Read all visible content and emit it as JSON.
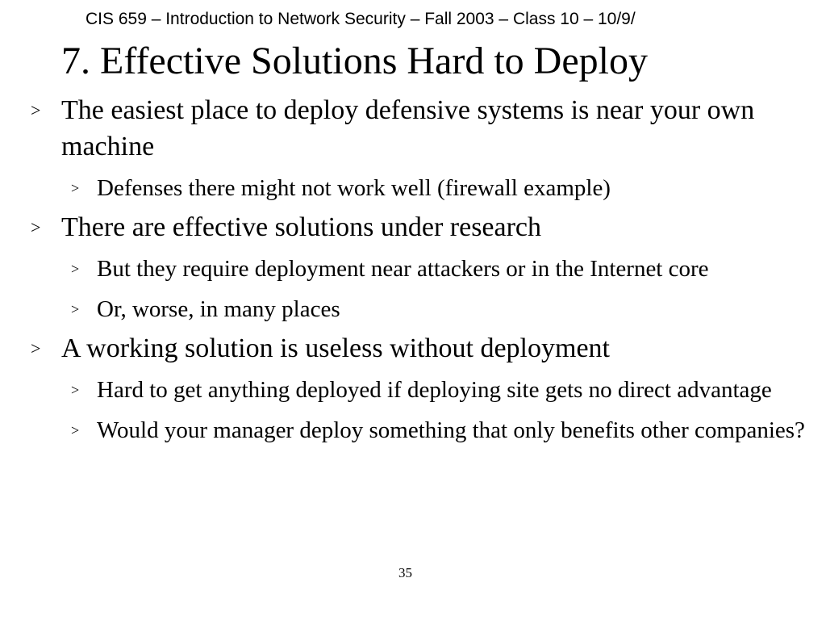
{
  "header": {
    "course_line": "CIS 659 – Introduction to Network Security – Fall 2003 – Class 10 – 10/9/"
  },
  "slide": {
    "title": "7.  Effective Solutions Hard to Deploy",
    "bullet_icon": "chevron-right-icon",
    "bullets": [
      {
        "text": "The easiest place to deploy defensive systems is near your own machine",
        "subs": [
          "Defenses there might not work well (firewall example)"
        ]
      },
      {
        "text": "There are effective solutions under research",
        "subs": [
          "But they require deployment near attackers or in the Internet core",
          "Or, worse, in many places"
        ]
      },
      {
        "text": "A working solution is useless without deployment",
        "subs": [
          "Hard to get anything deployed if deploying site gets no direct advantage",
          "Would your manager deploy something that only benefits other companies?"
        ]
      }
    ],
    "page_number": "35"
  }
}
